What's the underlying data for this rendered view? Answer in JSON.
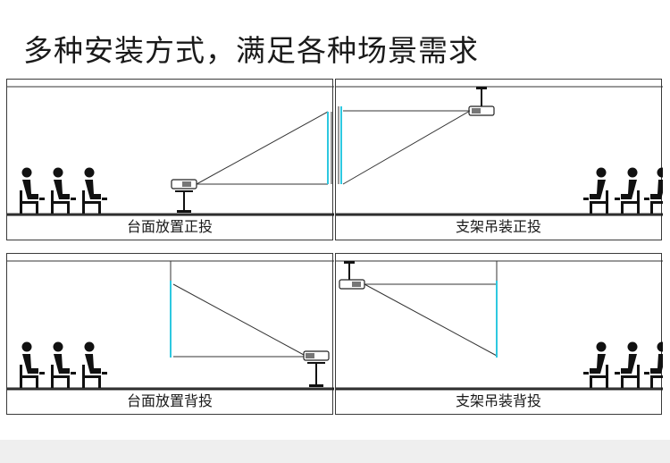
{
  "title": "多种安装方式，满足各种场景需求",
  "panels": [
    {
      "caption": "台面放置正投"
    },
    {
      "caption": "支架吊装正投"
    },
    {
      "caption": "台面放置背投"
    },
    {
      "caption": "支架吊装背投"
    }
  ],
  "colors": {
    "screen": "#2ec8e0",
    "line": "#333333",
    "floor": "#222222"
  }
}
